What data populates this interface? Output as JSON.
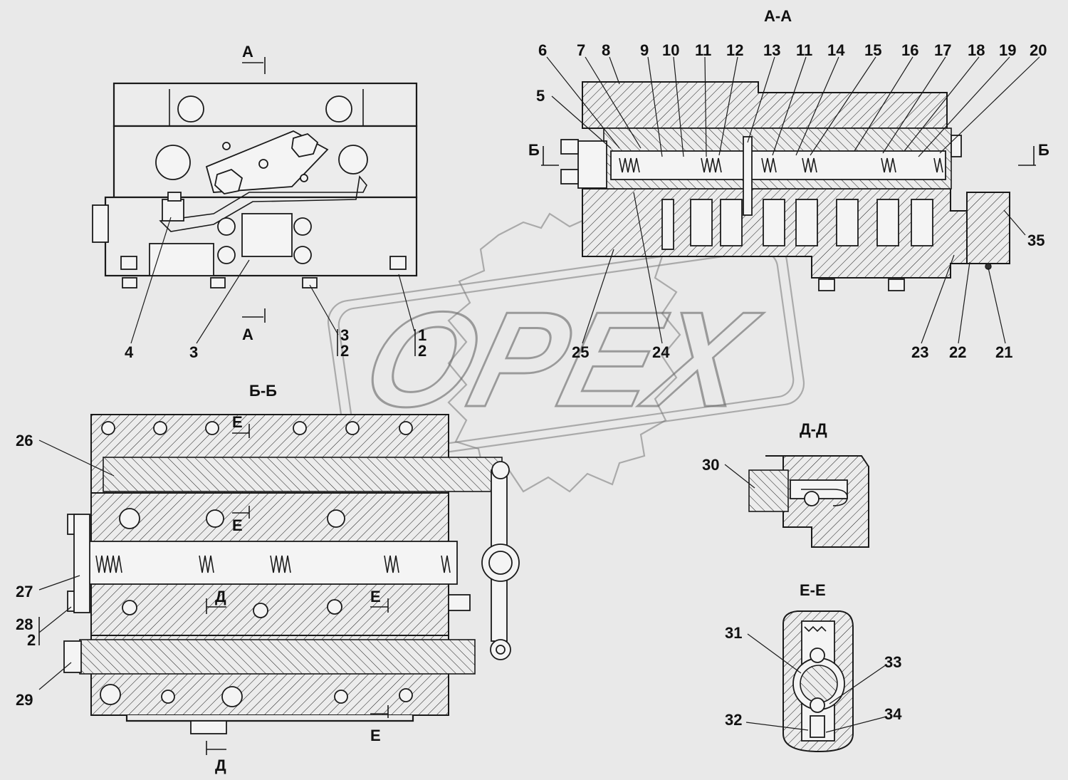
{
  "watermark": {
    "text": "OPEX"
  },
  "sections": {
    "aa": "А-А",
    "bb": "Б-Б",
    "dd": "Д-Д",
    "ee": "Е-Е"
  },
  "cut_marks": {
    "a": "А",
    "b": "Б",
    "d": "Д",
    "e": "Е"
  },
  "callouts": {
    "c1": "1",
    "c2": "2",
    "c3": "3",
    "c4": "4",
    "c5": "5",
    "c6": "6",
    "c7": "7",
    "c8": "8",
    "c9": "9",
    "c10": "10",
    "c11": "11",
    "c12": "12",
    "c13": "13",
    "c14": "14",
    "c15": "15",
    "c16": "16",
    "c17": "17",
    "c18": "18",
    "c19": "19",
    "c20": "20",
    "c21": "21",
    "c22": "22",
    "c23": "23",
    "c24": "24",
    "c25": "25",
    "c26": "26",
    "c27": "27",
    "c28": "28",
    "c29": "29",
    "c30": "30",
    "c31": "31",
    "c32": "32",
    "c33": "33",
    "c34": "34",
    "c35": "35"
  }
}
